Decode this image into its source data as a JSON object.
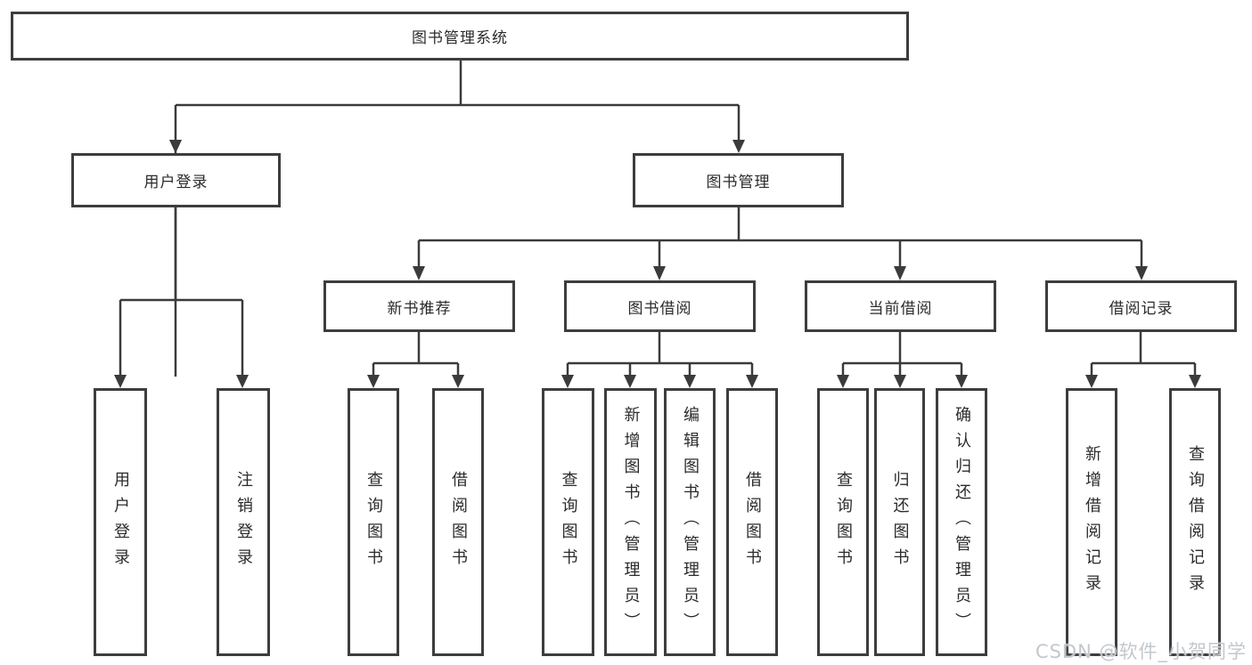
{
  "root": {
    "label": "图书管理系统"
  },
  "level2": {
    "user_login": {
      "label": "用户登录"
    },
    "book_mgmt": {
      "label": "图书管理"
    }
  },
  "level3": {
    "new_books": {
      "label": "新书推荐"
    },
    "borrowing": {
      "label": "图书借阅"
    },
    "current": {
      "label": "当前借阅"
    },
    "records": {
      "label": "借阅记录"
    }
  },
  "leaves": {
    "login": "用户登录",
    "logout": "注销登录",
    "nb_query": "查询图书",
    "nb_borrow": "借阅图书",
    "bw_query": "查询图书",
    "bw_add": "新增图书（管理员）",
    "bw_edit": "编辑图书（管理员）",
    "bw_borrow": "借阅图书",
    "cu_query": "查询图书",
    "cu_return": "归还图书",
    "cu_confirm": "确认归还（管理员）",
    "re_add": "新增借阅记录",
    "re_query": "查询借阅记录"
  },
  "watermark": {
    "text": "CSDN @软件_小贺同学"
  },
  "colors": {
    "line": "#3b3b3b",
    "border": "#3d3d3d",
    "text": "#2b2b2b",
    "watermark": "#c3c8ce"
  }
}
